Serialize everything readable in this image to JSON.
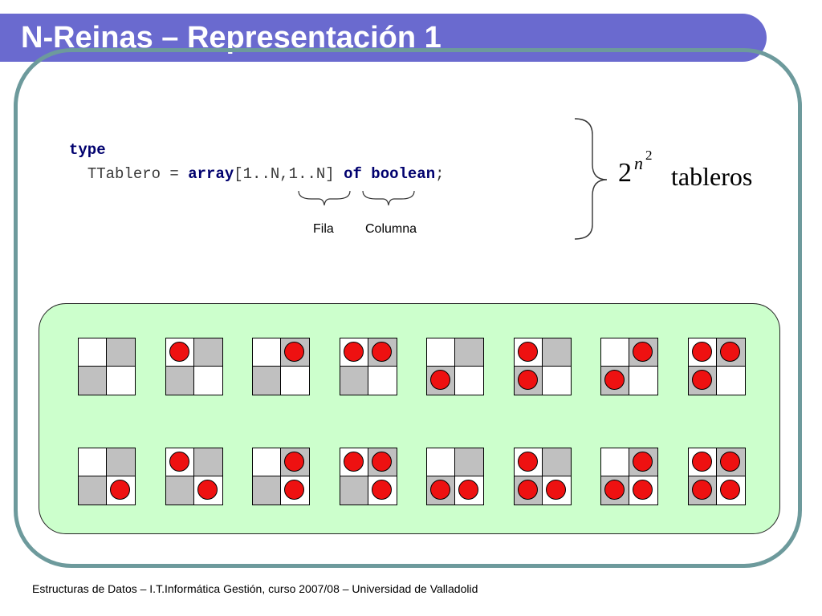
{
  "title": "N-Reinas – Representación 1",
  "code": {
    "line1_kw": "type",
    "line2_ident": "TTablero = ",
    "line2_array": "array",
    "line2_range": "[1..N,1..N] ",
    "line2_of": "of",
    "line2_boolean": "boolean",
    "line2_semicolon": ";"
  },
  "labels": {
    "fila": "Fila",
    "columna": "Columna"
  },
  "formula": {
    "base": "2",
    "exp_base": "n",
    "exp_exp": "2",
    "word": "tableros"
  },
  "boards": [
    [
      0,
      0,
      0,
      0
    ],
    [
      1,
      0,
      0,
      0
    ],
    [
      0,
      1,
      0,
      0
    ],
    [
      1,
      1,
      0,
      0
    ],
    [
      0,
      0,
      1,
      0
    ],
    [
      1,
      0,
      1,
      0
    ],
    [
      0,
      1,
      1,
      0
    ],
    [
      1,
      1,
      1,
      0
    ],
    [
      0,
      0,
      0,
      1
    ],
    [
      1,
      0,
      0,
      1
    ],
    [
      0,
      1,
      0,
      1
    ],
    [
      1,
      1,
      0,
      1
    ],
    [
      0,
      0,
      1,
      1
    ],
    [
      1,
      0,
      1,
      1
    ],
    [
      0,
      1,
      1,
      1
    ],
    [
      1,
      1,
      1,
      1
    ]
  ],
  "colors": {
    "title_bar": "#6a6acf",
    "frame": "#6d9a9c",
    "panel": "#ccffcc",
    "queen": "#ee1111",
    "dark_cell": "#c0c0c0",
    "keyword": "#00006e"
  },
  "footer": "Estructuras de Datos – I.T.Informática Gestión, curso 2007/08 – Universidad de Valladolid"
}
